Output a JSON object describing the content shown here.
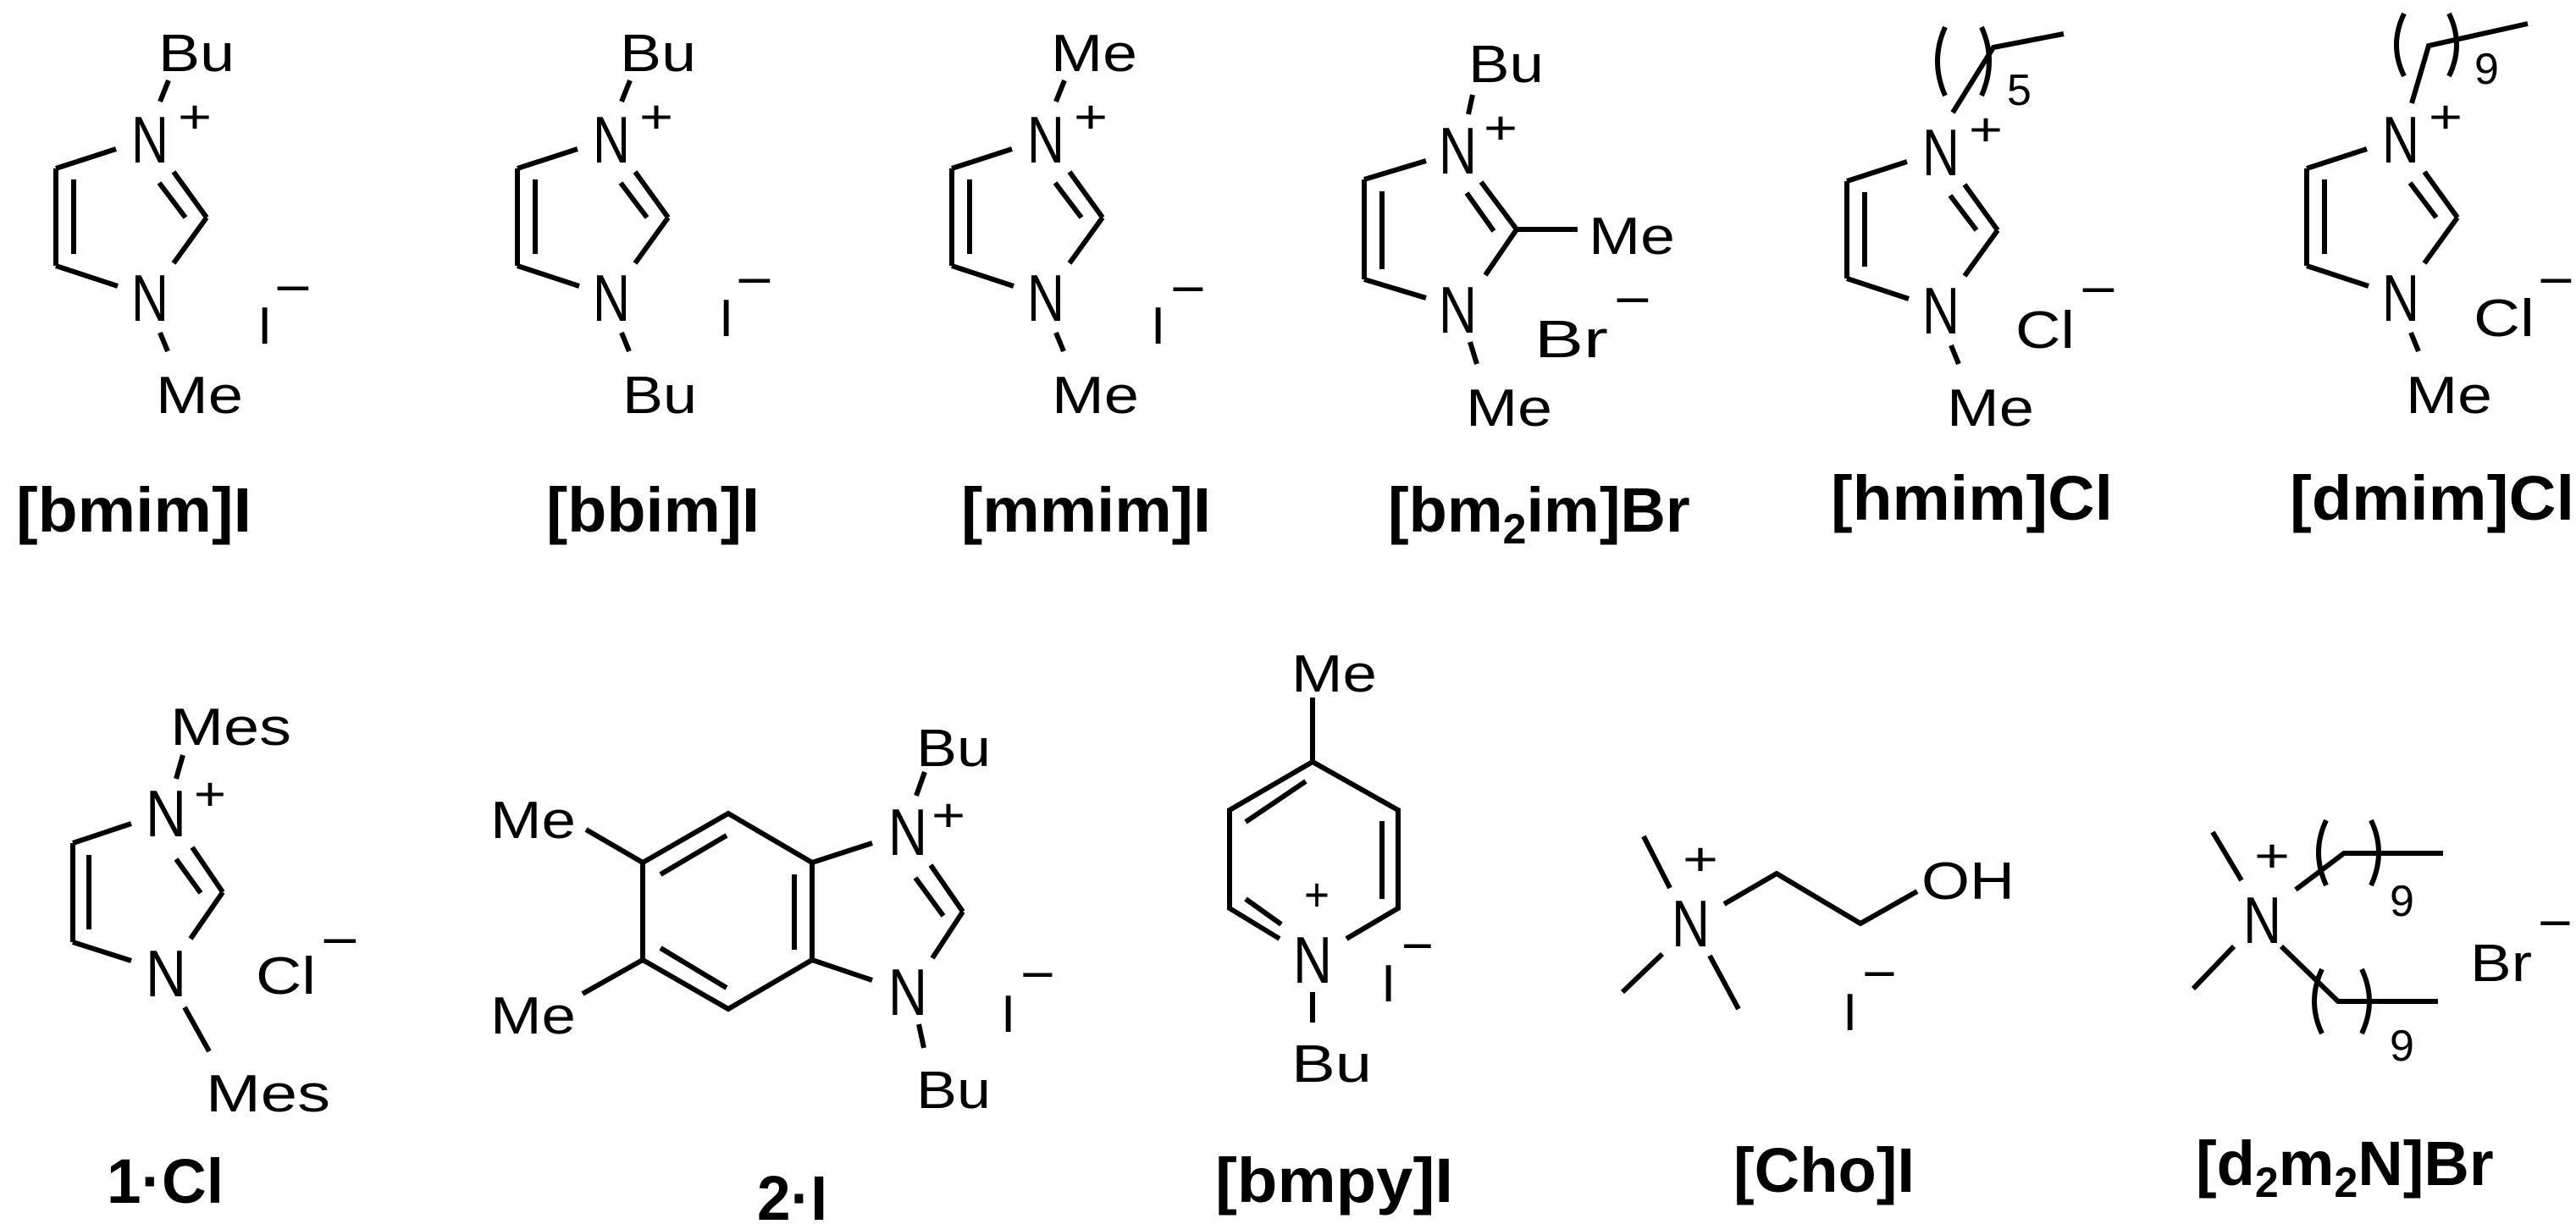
{
  "figure": {
    "background": "#ffffff",
    "ink": "#000000"
  },
  "compounds": [
    {
      "label": "[bmim]I",
      "top": "Bu",
      "atom": "N",
      "charge": "+",
      "bottom": "Me",
      "anion": "I",
      "anion_charge": "−"
    },
    {
      "label": "[bbim]I",
      "top": "Bu",
      "atom": "N",
      "charge": "+",
      "bottom": "Bu",
      "anion": "I",
      "anion_charge": "−"
    },
    {
      "label": "[mmim]I",
      "top": "Me",
      "atom": "N",
      "charge": "+",
      "bottom": "Me",
      "anion": "I",
      "anion_charge": "−"
    },
    {
      "label_parts": [
        "[bm",
        "2",
        "im]Br"
      ],
      "top": "Bu",
      "atom": "N",
      "charge": "+",
      "c2": "Me",
      "bottom": "Me",
      "anion": "Br",
      "anion_charge": "−"
    },
    {
      "label": "[hmim]Cl",
      "chain_repeat": "5",
      "atom": "N",
      "charge": "+",
      "bottom": "Me",
      "anion": "Cl",
      "anion_charge": "−"
    },
    {
      "label": "[dmim]Cl",
      "chain_repeat": "9",
      "atom": "N",
      "charge": "+",
      "bottom": "Me",
      "anion": "Cl",
      "anion_charge": "−"
    },
    {
      "label": "1·Cl",
      "top": "Mes",
      "atom": "N",
      "charge": "+",
      "bottom": "Mes",
      "anion": "Cl",
      "anion_charge": "−"
    },
    {
      "label": "2·I",
      "top": "Bu",
      "atom": "N",
      "charge": "+",
      "bottom": "Bu",
      "ring_substituents": [
        "Me",
        "Me"
      ],
      "anion": "I",
      "anion_charge": "−"
    },
    {
      "label": "[bmpy]I",
      "top": "Me",
      "atom": "N",
      "charge": "+",
      "bottom": "Bu",
      "anion": "I",
      "anion_charge": "−"
    },
    {
      "label": "[Cho]I",
      "atom": "N",
      "charge": "+",
      "hydroxyl": "OH",
      "anion": "I",
      "anion_charge": "−"
    },
    {
      "label_parts": [
        "[d",
        "2",
        "m",
        "2",
        "N]Br"
      ],
      "atom": "N",
      "charge": "+",
      "chain_repeats": [
        "9",
        "9"
      ],
      "anion": "Br",
      "anion_charge": "−"
    }
  ]
}
